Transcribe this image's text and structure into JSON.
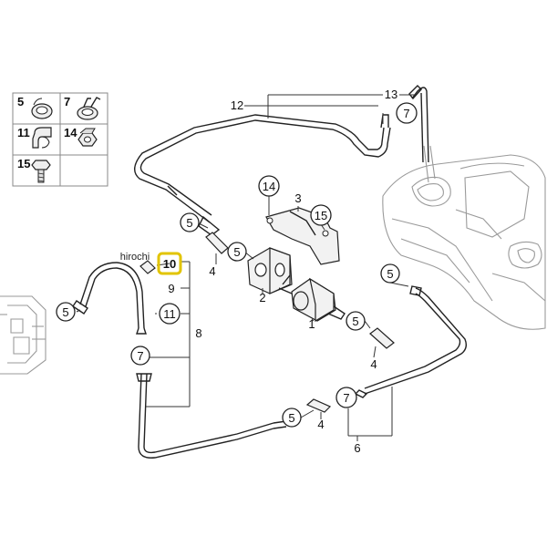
{
  "legend": {
    "cells": [
      {
        "num": "5",
        "icon": "hose-clamp-icon"
      },
      {
        "num": "7",
        "icon": "spring-clamp-icon"
      },
      {
        "num": "11",
        "icon": "bracket-clip-icon"
      },
      {
        "num": "14",
        "icon": "hex-nut-icon"
      },
      {
        "num": "15",
        "icon": "hex-bolt-icon"
      }
    ]
  },
  "callouts": {
    "c5_left": "5",
    "c11": "11",
    "c7_left": "7",
    "c5_upper": "5",
    "c5_mid": "5",
    "c14": "14",
    "c15": "15",
    "c7_top": "7",
    "c5_right_top": "5",
    "c5_right_mid": "5",
    "c5_bottom": "5",
    "c7_bottom": "7",
    "c10_highlight": "10"
  },
  "labels": {
    "n1": "1",
    "n2": "2",
    "n3": "3",
    "n4_a": "4",
    "n4_b": "4",
    "n4_c": "4",
    "n6": "6",
    "n8": "8",
    "n9": "9",
    "n12": "12",
    "n13": "13"
  },
  "watermark": "hirochi",
  "colors": {
    "highlight": "#e2c400",
    "line": "#222222",
    "background_art": "#9a9a9a"
  }
}
